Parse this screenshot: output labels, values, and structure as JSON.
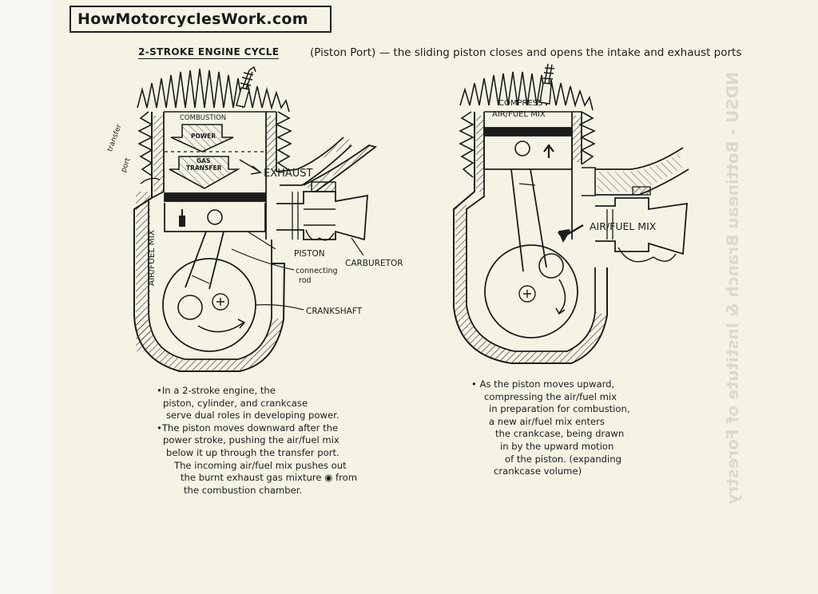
{
  "header": {
    "site_title": "HowMotorcyclesWork.com"
  },
  "diagram": {
    "subtitle": "2-STROKE ENGINE CYCLE",
    "port_note": "(Piston Port) — the sliding piston closes and opens the intake and exhaust ports",
    "left_engine": {
      "combustion": "COMBUSTION",
      "power": "POWER",
      "gas_transfer_1": "GAS",
      "gas_transfer_2": "TRANSFER",
      "exhaust": "EXHAUST",
      "transfer_port_1": "transfer",
      "transfer_port_2": "port",
      "air_fuel_mix": "AIR/FUEL MIX",
      "piston": "PISTON",
      "connecting_rod_1": "connecting",
      "connecting_rod_2": "rod",
      "carburetor": "CARBURETOR",
      "crankshaft": "CRANKSHAFT"
    },
    "right_engine": {
      "compress_1": "COMPRESS",
      "compress_2": "AIR/FUEL MIX",
      "air_fuel_mix": "AIR/FUEL MIX"
    }
  },
  "notes": {
    "left": [
      "•In a 2-stroke engine, the",
      "piston, cylinder, and crankcase",
      "serve dual roles in developing power.",
      "•The piston moves downward after the",
      "power stroke, pushing the air/fuel mix",
      "below it up through the transfer port.",
      "The incoming air/fuel mix pushes out",
      "the burnt exhaust gas mixture ◉ from",
      "the combustion chamber."
    ],
    "right": [
      "• As the piston moves upward,",
      "compressing the air/fuel mix",
      "in preparation for combustion,",
      "a new air/fuel mix enters",
      "the crankcase, being drawn",
      "in by the upward motion",
      "of the piston. (expanding",
      "crankcase volume)"
    ]
  },
  "watermark": {
    "bleed_text": "NDSU - Bottineau Branch & Institute of Forestry"
  },
  "colors": {
    "paper": "#f5f3e4",
    "ink": "#1c1c1c",
    "bleed": "#c9c7bb"
  }
}
